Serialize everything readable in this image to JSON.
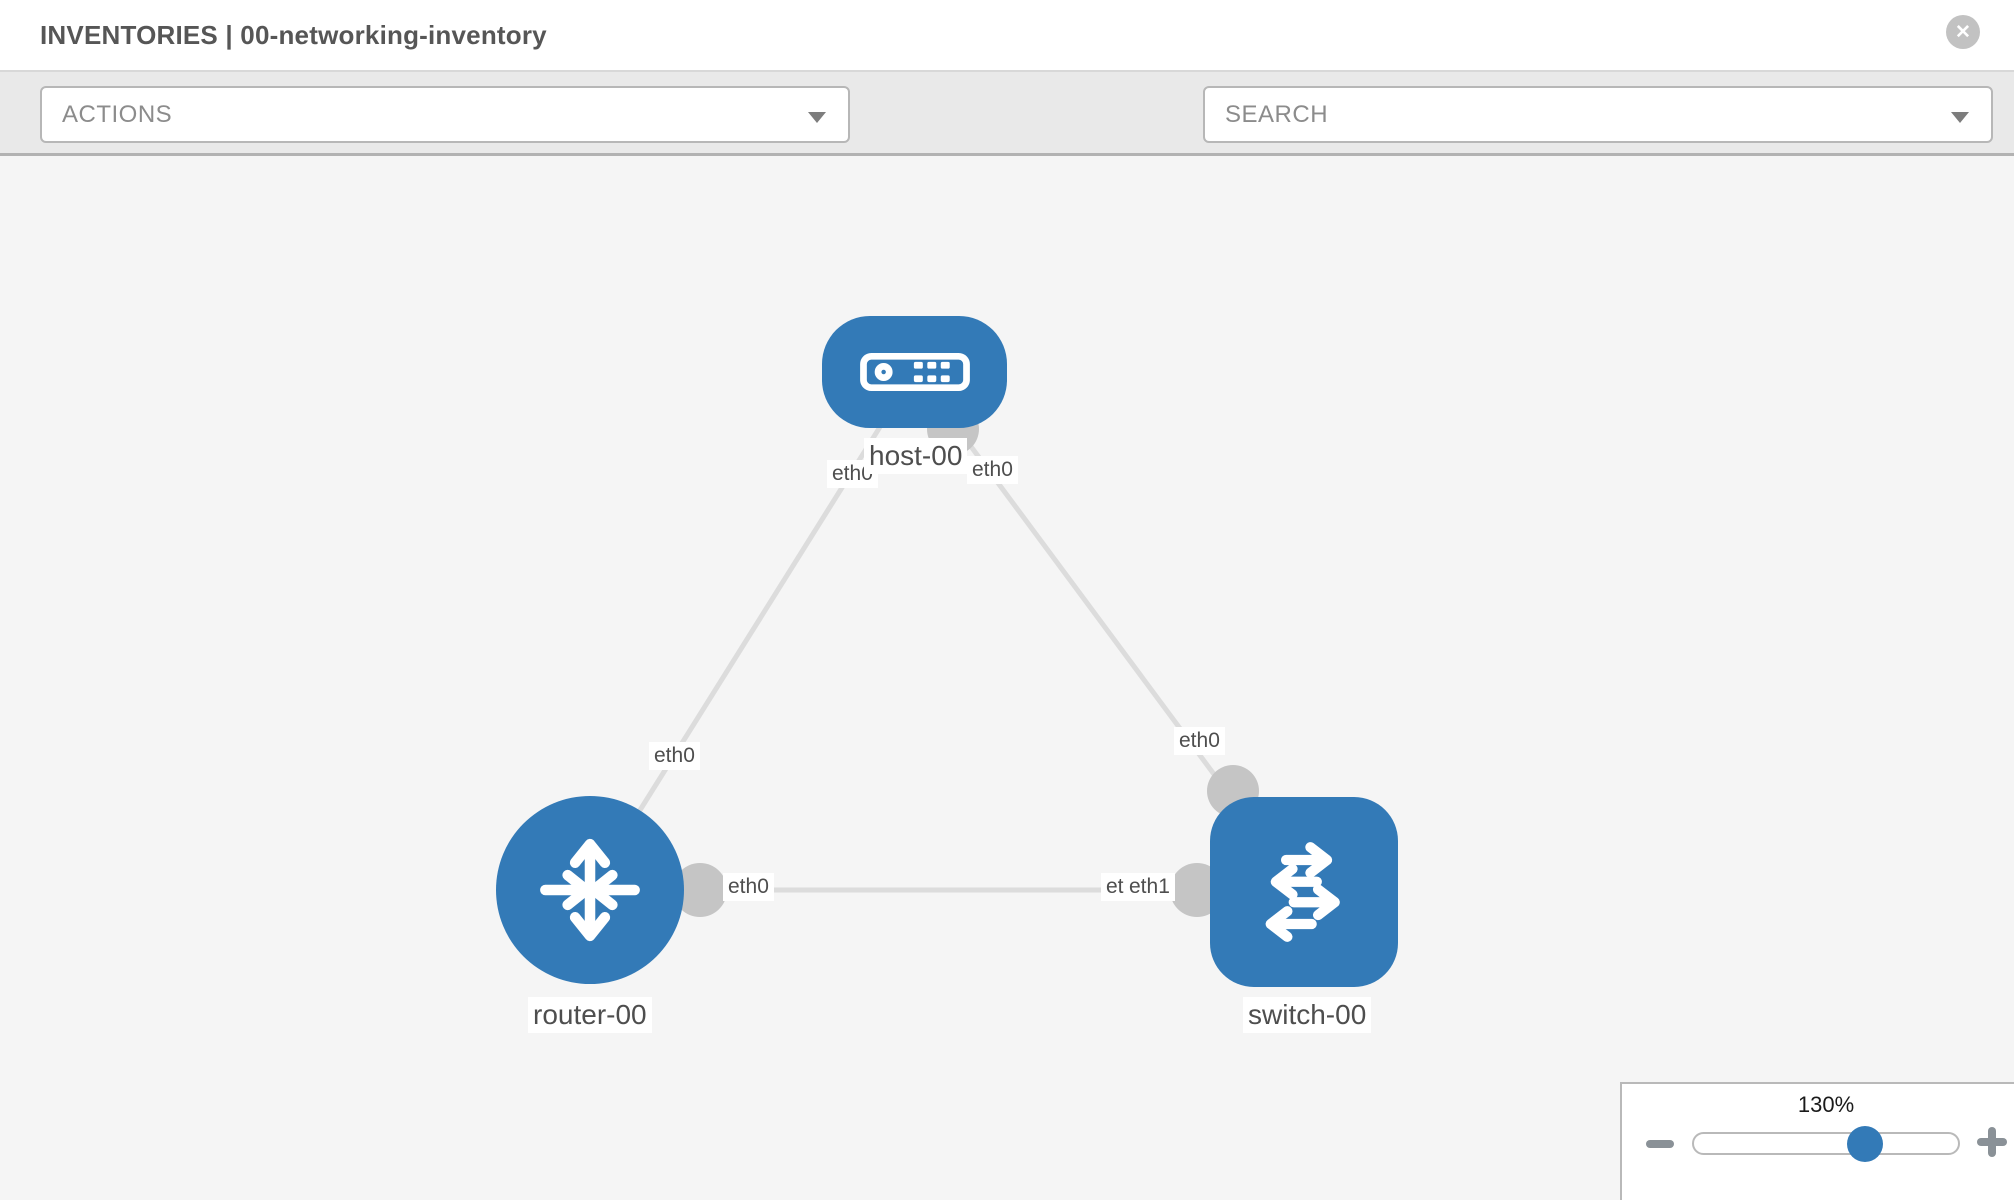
{
  "header": {
    "title": "INVENTORIES | 00-networking-inventory"
  },
  "icons": {
    "close_glyph": "✕",
    "close": "circle-x-icon",
    "wrench": "wrench-icon",
    "key": "key-icon",
    "caret": "chevron-down-icon"
  },
  "toolbar": {
    "actions_label": "ACTIONS",
    "search_placeholder": "SEARCH"
  },
  "topology": {
    "nodes": [
      {
        "id": "host-00",
        "type": "host",
        "label": "host-00"
      },
      {
        "id": "router-00",
        "type": "router",
        "label": "router-00"
      },
      {
        "id": "switch-00",
        "type": "switch",
        "label": "switch-00"
      }
    ],
    "links": [
      {
        "from": "host-00",
        "to": "router-00"
      },
      {
        "from": "host-00",
        "to": "switch-00"
      },
      {
        "from": "router-00",
        "to": "switch-00"
      }
    ],
    "interface_labels": {
      "host_left": "eth0",
      "host_right": "eth0",
      "link_host_router_mid": "eth0",
      "link_host_switch_mid": "eth0",
      "router_right": "eth0",
      "switch_left_back": "eth0",
      "switch_left_front": "eth1"
    }
  },
  "zoom_control": {
    "level": "130%"
  },
  "colors": {
    "node_blue": "#337ab7",
    "link_gray": "#dcdcdc",
    "interface_gray": "#c5c5c5",
    "toolbar_bg": "#e9e9e9",
    "canvas_bg": "#f5f5f5"
  }
}
